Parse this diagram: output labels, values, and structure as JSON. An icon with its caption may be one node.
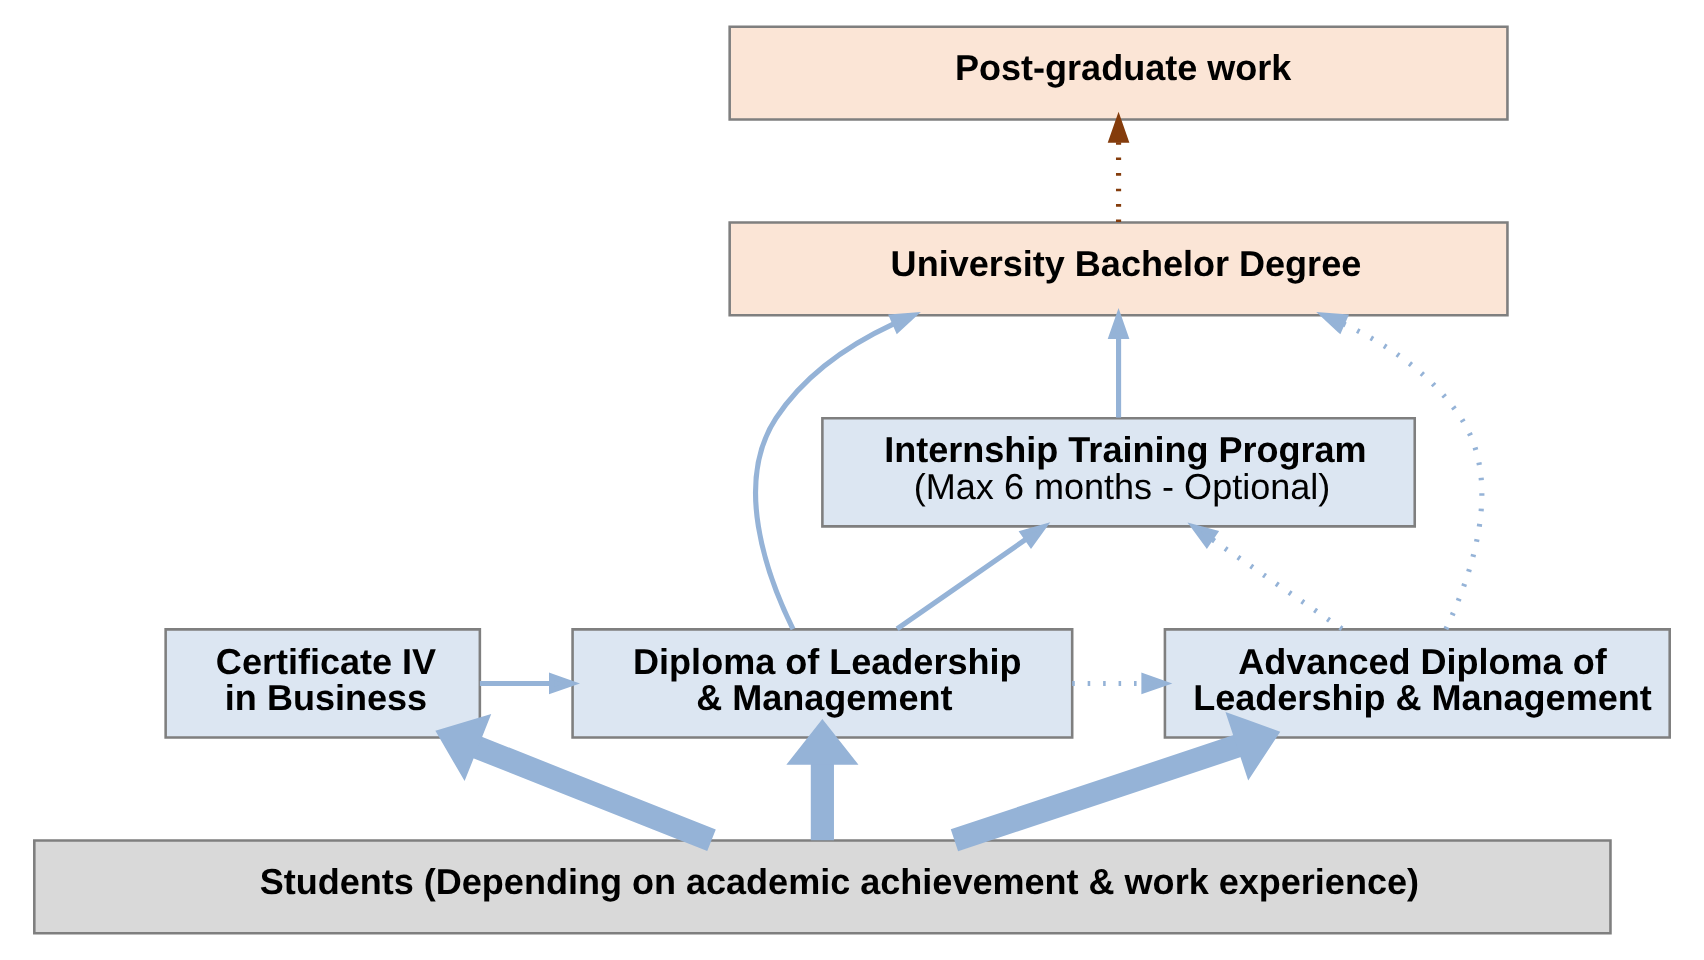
{
  "diagram": {
    "nodes": [
      {
        "text": [
          "Post-graduate work"
        ]
      },
      {
        "text": [
          "University Bachelor Degree"
        ]
      },
      {
        "text": [
          "Internship Training Program",
          "(Max 6 months - Optional)"
        ]
      },
      {
        "text": [
          "Certificate IV in Business"
        ]
      },
      {
        "text": [
          "Diploma of Leadership & Management"
        ]
      },
      {
        "text": [
          "Advanced Diploma of Leadership & Management"
        ]
      },
      {
        "text": [
          "Students (Depending on academic achievement & work experience)"
        ]
      }
    ],
    "edges": [
      {
        "from": 1,
        "to": 0,
        "arrow": "to",
        "style": "dashed",
        "color": "#843c0c"
      },
      {
        "from": 4,
        "to": 1,
        "arrow": "to"
      },
      {
        "from": 2,
        "to": 1,
        "arrow": "to"
      },
      {
        "from": 3,
        "to": 4,
        "arrow": "to"
      },
      {
        "from": 4,
        "to": 2,
        "arrow": "to"
      },
      {
        "from": 4,
        "to": 5,
        "arrow": "to",
        "style": "dashed"
      },
      {
        "from": 5,
        "to": 2,
        "arrow": "to",
        "style": "dashed"
      },
      {
        "from": 5,
        "to": 1,
        "arrow": "to",
        "style": "dashed"
      },
      {
        "from": 6,
        "to": 3,
        "arrow": "to",
        "style": "thick"
      },
      {
        "from": 6,
        "to": 4,
        "arrow": "to",
        "style": "thick"
      },
      {
        "from": 6,
        "to": 5,
        "arrow": "to",
        "style": "thick"
      }
    ]
  }
}
